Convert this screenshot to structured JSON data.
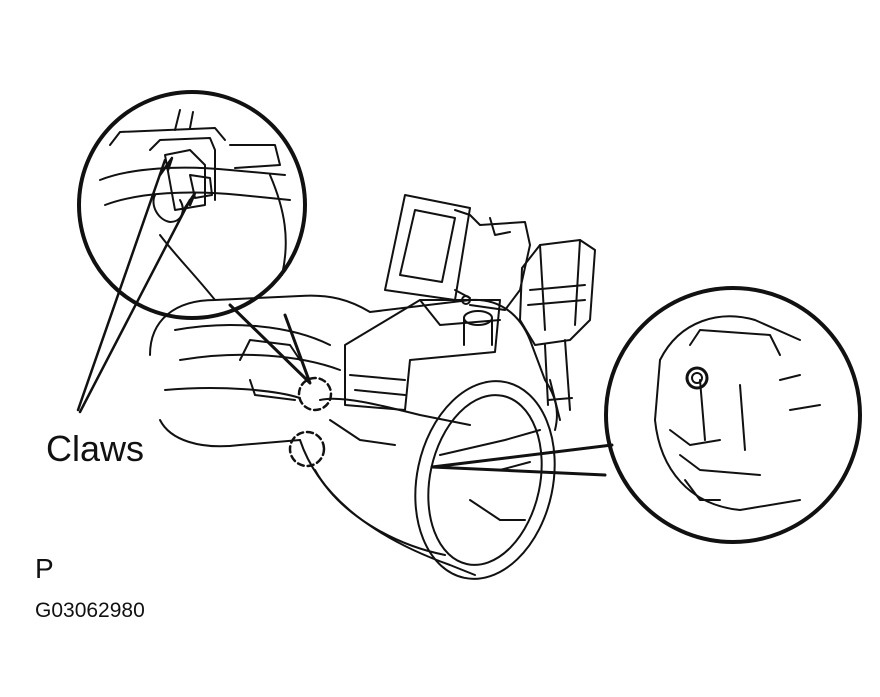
{
  "labels": {
    "claws": "Claws",
    "view_marker": "P",
    "figure_code": "G03062980"
  },
  "colors": {
    "line": "#111111",
    "background": "#ffffff"
  }
}
